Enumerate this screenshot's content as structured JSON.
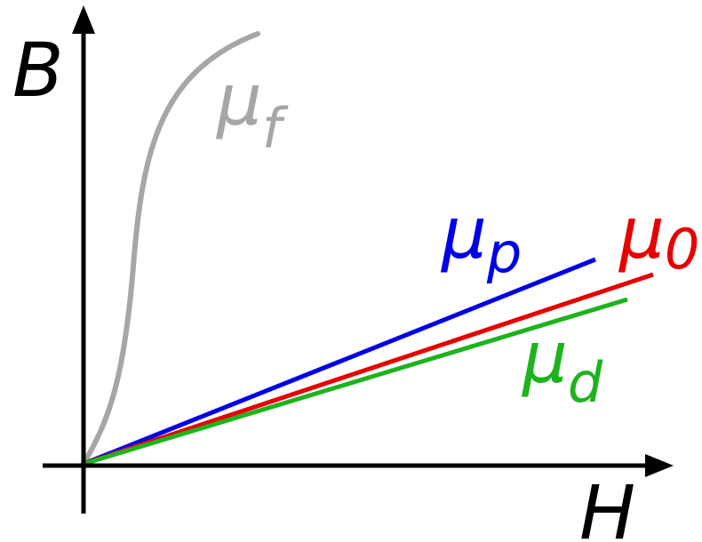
{
  "axes": {
    "y_label": "B",
    "x_label": "H"
  },
  "curves": {
    "ferromagnet": {
      "symbol": "μ",
      "subscript": "f",
      "color": "#a6a6a6"
    },
    "paramagnet": {
      "symbol": "μ",
      "subscript": "p",
      "color": "#0000e6"
    },
    "vacuum": {
      "symbol": "μ",
      "subscript": "0",
      "color": "#e60000"
    },
    "diamagnet": {
      "symbol": "μ",
      "subscript": "d",
      "color": "#1db31d"
    }
  }
}
